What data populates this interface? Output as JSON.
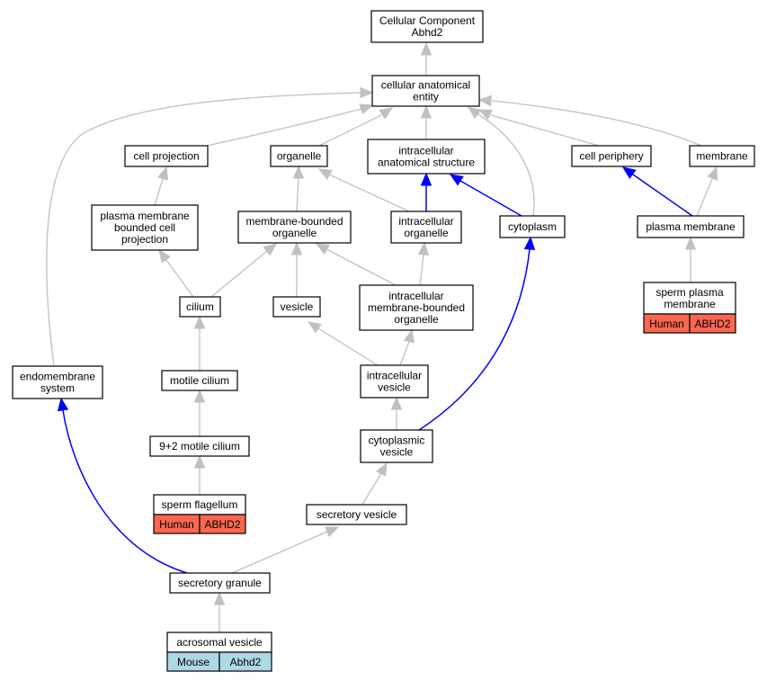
{
  "colors": {
    "human_cell": "#fa6650",
    "mouse_cell": "#add8e6",
    "edge_default": "#c0c0c0",
    "edge_highlight": "#0000ff",
    "node_border": "#000000"
  },
  "nodes": {
    "root": [
      "Cellular Component",
      "Abhd2"
    ],
    "cellular_anatomical_entity": [
      "cellular anatomical",
      "entity"
    ],
    "cell_projection": [
      "cell projection"
    ],
    "organelle": [
      "organelle"
    ],
    "intracellular_anatomical_structure": [
      "intracellular",
      "anatomical structure"
    ],
    "cell_periphery": [
      "cell periphery"
    ],
    "membrane": [
      "membrane"
    ],
    "plasma_membrane_bounded_cell_projection": [
      "plasma membrane",
      "bounded cell",
      "projection"
    ],
    "membrane_bounded_organelle": [
      "membrane-bounded",
      "organelle"
    ],
    "intracellular_organelle": [
      "intracellular",
      "organelle"
    ],
    "cytoplasm": [
      "cytoplasm"
    ],
    "plasma_membrane": [
      "plasma membrane"
    ],
    "cilium": [
      "cilium"
    ],
    "vesicle": [
      "vesicle"
    ],
    "intracellular_membrane_bounded_organelle": [
      "intracellular",
      "membrane-bounded",
      "organelle"
    ],
    "sperm_plasma_membrane": [
      "sperm plasma",
      "membrane"
    ],
    "endomembrane_system": [
      "endomembrane",
      "system"
    ],
    "motile_cilium": [
      "motile cilium"
    ],
    "intracellular_vesicle": [
      "intracellular",
      "vesicle"
    ],
    "nine_plus_two_motile_cilium": [
      "9+2 motile cilium"
    ],
    "cytoplasmic_vesicle": [
      "cytoplasmic",
      "vesicle"
    ],
    "sperm_flagellum": [
      "sperm flagellum"
    ],
    "secretory_vesicle": [
      "secretory vesicle"
    ],
    "secretory_granule": [
      "secretory granule"
    ],
    "acrosomal_vesicle": [
      "acrosomal vesicle"
    ]
  },
  "annotations": {
    "sperm_plasma_membrane": {
      "species": "Human",
      "gene": "ABHD2"
    },
    "sperm_flagellum": {
      "species": "Human",
      "gene": "ABHD2"
    },
    "acrosomal_vesicle": {
      "species": "Mouse",
      "gene": "Abhd2"
    }
  }
}
